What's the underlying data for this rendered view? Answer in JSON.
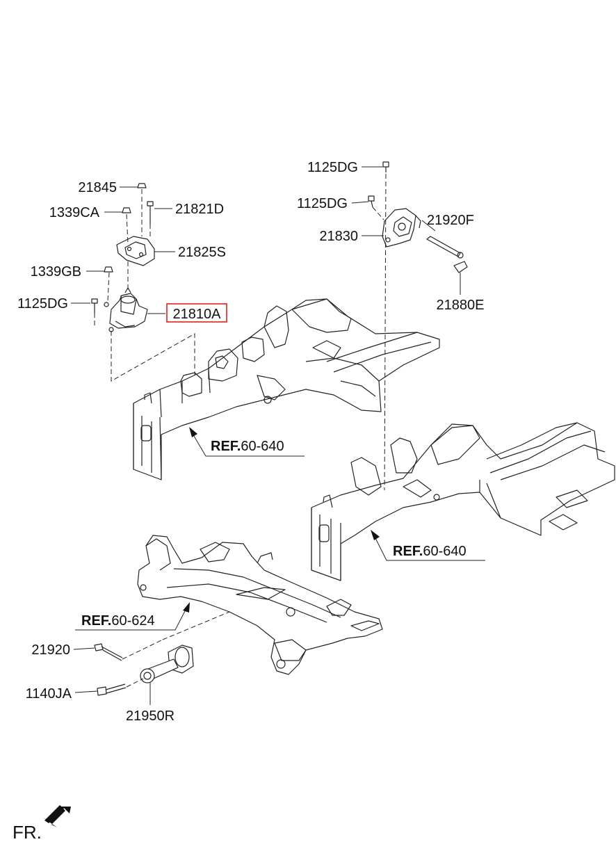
{
  "labels": {
    "p21845": "21845",
    "p1339CA": "1339CA",
    "p21821D": "21821D",
    "p21825S": "21825S",
    "p1339GB": "1339GB",
    "p1125DG_left": "1125DG",
    "p21810A": "21810A",
    "p1125DG_top": "1125DG",
    "p1125DG_mid": "1125DG",
    "p21830": "21830",
    "p21920F": "21920F",
    "p21880E": "21880E",
    "p21920": "21920",
    "p1140JA": "1140JA",
    "p21950R": "21950R"
  },
  "refs": {
    "ref1_prefix": "REF.",
    "ref1_code": "60-640",
    "ref2_prefix": "REF.",
    "ref2_code": "60-640",
    "ref3_prefix": "REF.",
    "ref3_code": "60-624"
  },
  "orientation": {
    "front": "FR."
  },
  "highlight": {
    "part": "21810A",
    "color": "#e0201c"
  }
}
